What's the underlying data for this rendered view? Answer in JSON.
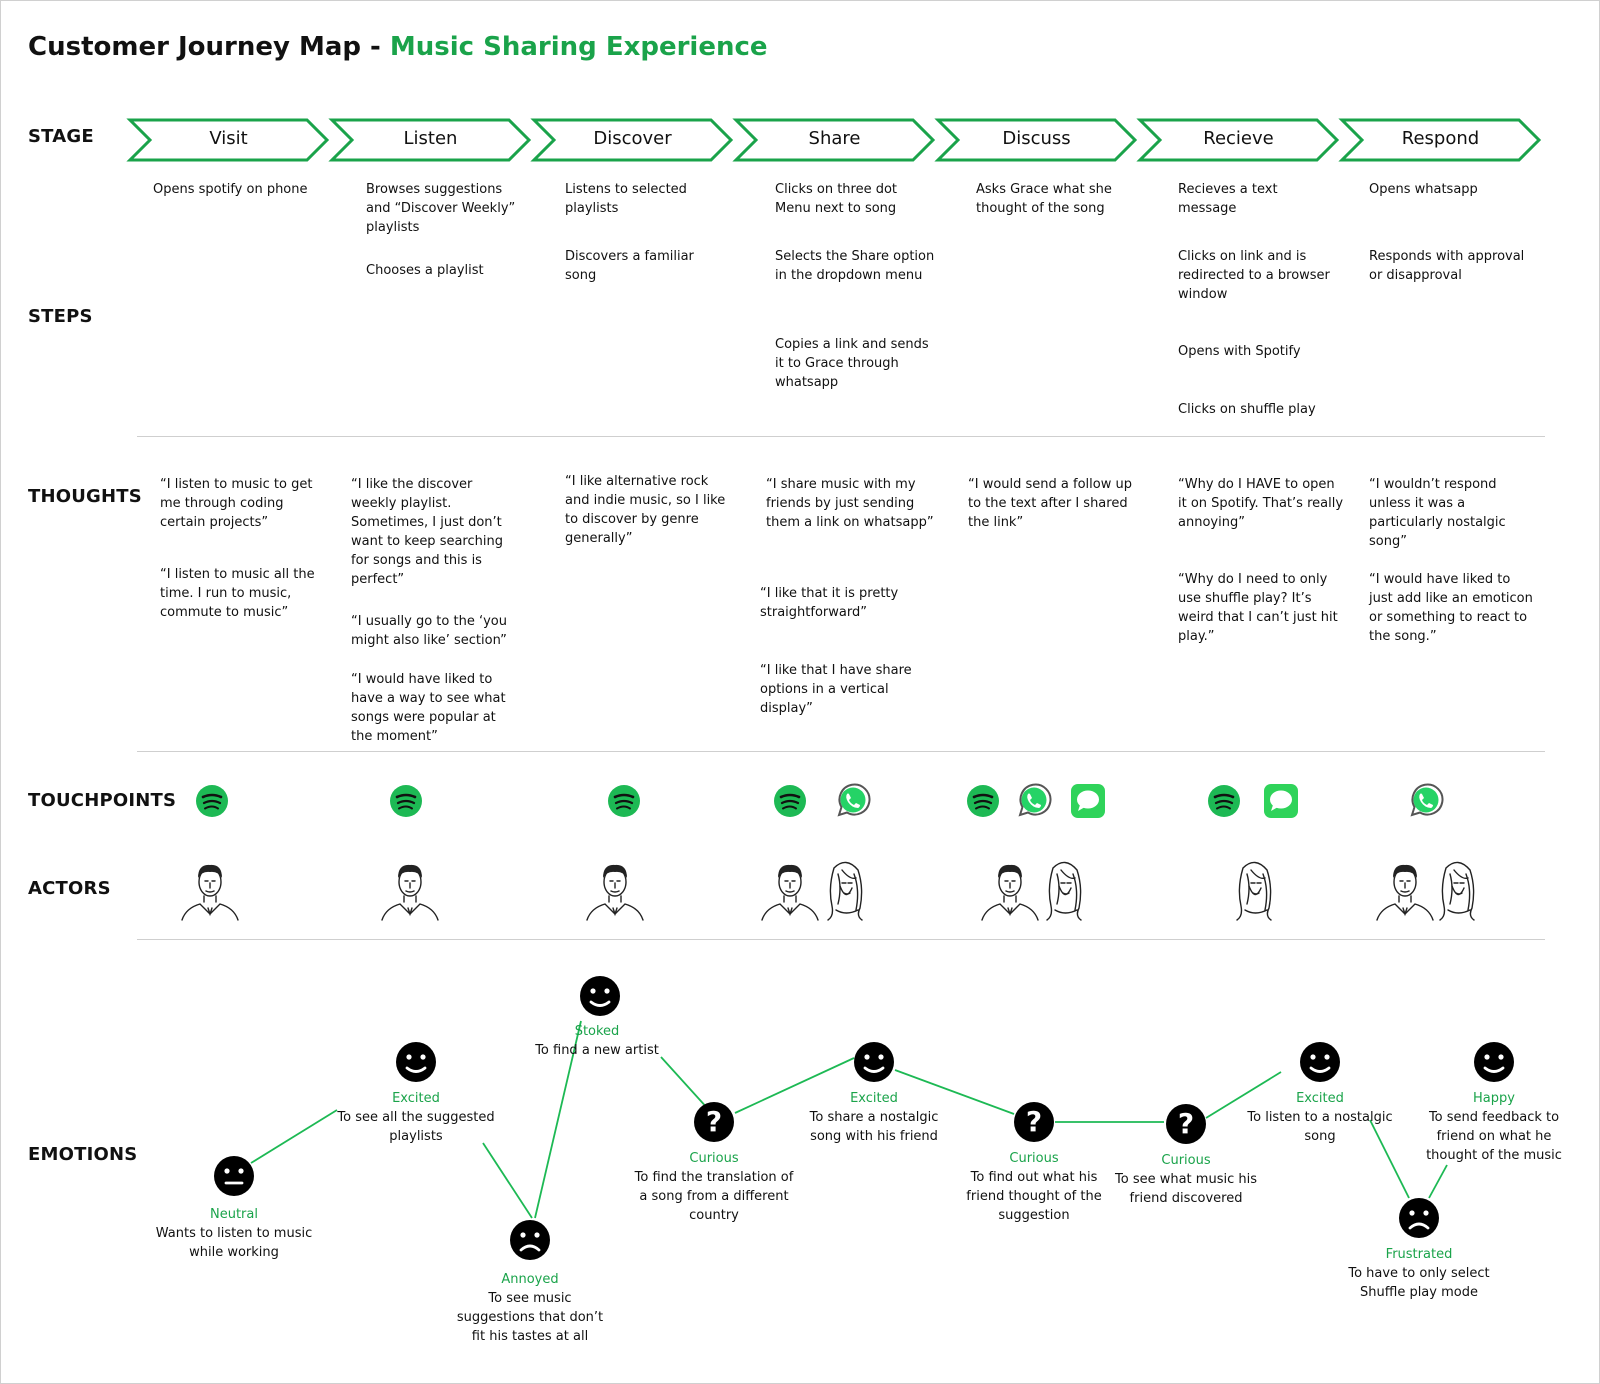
{
  "title": {
    "main": "Customer Journey Map - ",
    "sub": "Music Sharing Experience"
  },
  "row_labels": {
    "stage": "STAGE",
    "steps": "STEPS",
    "thoughts": "THOUGHTS",
    "touchpoints": "TOUCHPOINTS",
    "actors": "ACTORS",
    "emotions": "EMOTIONS"
  },
  "colors": {
    "accent": "#1aa34a",
    "spotify": "#1db954",
    "whatsapp": "#25d366",
    "messages": "#2fd35a"
  },
  "stages": [
    "Visit",
    "Listen",
    "Discover",
    "Share",
    "Discuss",
    "Recieve",
    "Respond"
  ],
  "steps": [
    [
      "Opens spotify on phone"
    ],
    [
      "Browses suggestions and “Discover Weekly” playlists",
      "Chooses a playlist"
    ],
    [
      "Listens to selected playlists",
      "Discovers a familiar song"
    ],
    [
      "Clicks on three dot Menu next to song",
      "Selects the Share option in the dropdown menu",
      "Copies a link and sends it to Grace through whatsapp"
    ],
    [
      "Asks Grace what she thought of the song"
    ],
    [
      "Recieves a text message",
      "Clicks on link and is redirected to a browser window",
      "Opens with Spotify",
      "Clicks on shuffle play"
    ],
    [
      "Opens whatsapp",
      "Responds with approval or disapproval"
    ]
  ],
  "thoughts": [
    [
      "“I  listen to music to get me through coding certain projects”",
      "“I  listen to music all the time. I run to music, commute to music”"
    ],
    [
      "“I like the discover weekly playlist. Sometimes, I just don’t want to keep searching for songs and this is perfect”",
      "“I usually go to the ‘you might also like’ section”",
      "“I would have liked to have a way to see what songs were popular at the moment”"
    ],
    [
      "“I like alternative rock and indie music, so I like to discover by genre generally”"
    ],
    [
      "“I share music with my friends by just sending them a link on whatsapp”",
      "“I like that it is pretty straightforward”",
      "“I like that I have share options in a vertical display”"
    ],
    [
      "“I would send a follow up to the text after I shared the link”"
    ],
    [
      "“Why do I HAVE to open it on Spotify. That’s really annoying”",
      "“Why do I need to only use shuffle play? It’s weird that I can’t just hit play.”"
    ],
    [
      "“I wouldn’t respond unless it was a particularly nostalgic song”",
      "“I would have liked to just add like an emoticon or something to react to the song.”"
    ]
  ],
  "touchpoints": [
    [
      "spotify-icon"
    ],
    [
      "spotify-icon"
    ],
    [
      "spotify-icon"
    ],
    [
      "spotify-icon",
      "whatsapp-icon"
    ],
    [
      "spotify-icon",
      "whatsapp-icon",
      "messages-icon"
    ],
    [
      "spotify-icon",
      "messages-icon"
    ],
    [
      "whatsapp-icon"
    ]
  ],
  "actors": [
    [
      "man-avatar-icon"
    ],
    [
      "man-avatar-icon"
    ],
    [
      "man-avatar-icon"
    ],
    [
      "man-avatar-icon",
      "woman-avatar-icon"
    ],
    [
      "man-avatar-icon",
      "woman-avatar-icon"
    ],
    [
      "woman-avatar-icon"
    ],
    [
      "man-avatar-icon",
      "woman-avatar-icon"
    ]
  ],
  "emotions": [
    {
      "emotion": "Neutral",
      "face": "neutral-face-icon",
      "text": "Wants to listen to music while working"
    },
    {
      "emotion": "Excited",
      "face": "happy-face-icon",
      "text": "To see all the suggested playlists"
    },
    {
      "emotion": "Annoyed",
      "face": "sad-face-icon",
      "text": "To see music suggestions that don’t fit his tastes at all"
    },
    {
      "emotion": "Stoked",
      "face": "happy-face-icon",
      "text": "To find a new artist"
    },
    {
      "emotion": "Curious",
      "face": "question-face-icon",
      "text": "To find the translation of a song from a different country"
    },
    {
      "emotion": "Excited",
      "face": "happy-face-icon",
      "text": "To share a nostalgic song with his friend"
    },
    {
      "emotion": "Curious",
      "face": "question-face-icon",
      "text": "To find out what his friend thought of the suggestion"
    },
    {
      "emotion": "Curious",
      "face": "question-face-icon",
      "text": "To see what music his friend discovered"
    },
    {
      "emotion": "Excited",
      "face": "happy-face-icon",
      "text": "To listen to a nostalgic song"
    },
    {
      "emotion": "Frustrated",
      "face": "sad-face-icon",
      "text": "To have to only select Shuffle play mode"
    },
    {
      "emotion": "Happy",
      "face": "happy-face-icon",
      "text": "To send feedback to friend on what he thought of the music"
    }
  ]
}
